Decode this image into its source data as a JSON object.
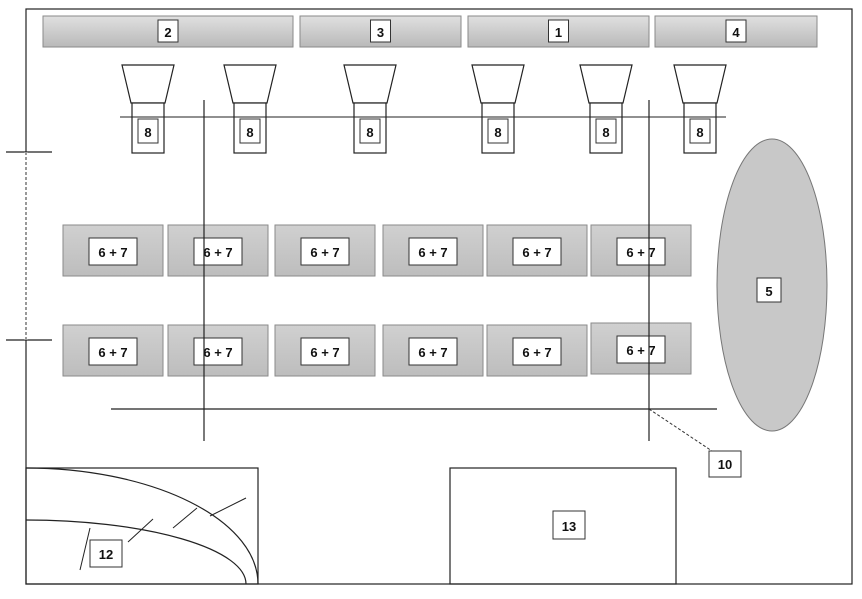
{
  "top_bars": [
    "2",
    "3",
    "1",
    "4"
  ],
  "lamp_label": "8",
  "lamp_count": 6,
  "table_label": "6 + 7",
  "table_rows": 2,
  "table_cols": 6,
  "oval_label": "5",
  "marker_label": "10",
  "curve_label": "12",
  "box_label": "13",
  "colors": {
    "fill": "#c8c8c8",
    "stroke": "#555555",
    "line": "#222222",
    "background": "#ffffff"
  }
}
